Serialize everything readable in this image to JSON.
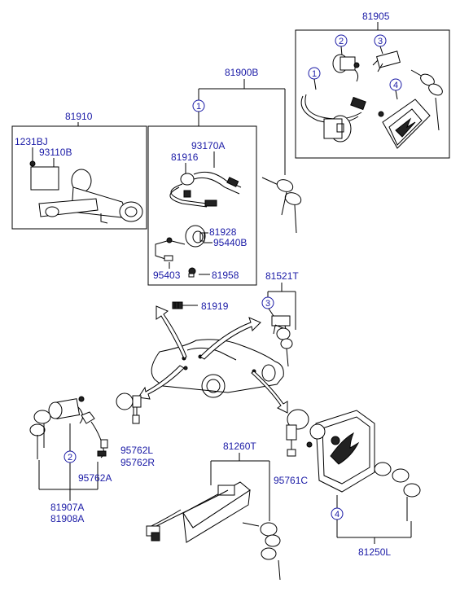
{
  "labels": {
    "p81905": "81905",
    "p81900B": "81900B",
    "p81910": "81910",
    "p1231BJ": "1231BJ",
    "p93110B": "93110B",
    "p93170A": "93170A",
    "p81916": "81916",
    "p81928": "81928",
    "p95440B": "95440B",
    "p95403": "95403",
    "p81958": "81958",
    "p81919": "81919",
    "p81521T": "81521T",
    "p95762L": "95762L",
    "p95762R": "95762R",
    "p95762A": "95762A",
    "p81907A": "81907A",
    "p81908A": "81908A",
    "p81260T": "81260T",
    "p95761C": "95761C",
    "p81250L": "81250L"
  },
  "callouts": {
    "c1a": "1",
    "c2a": "2",
    "c3a": "3",
    "c4a": "4",
    "c1b": "1",
    "c3b": "3",
    "c2b": "2",
    "c4b": "4"
  }
}
